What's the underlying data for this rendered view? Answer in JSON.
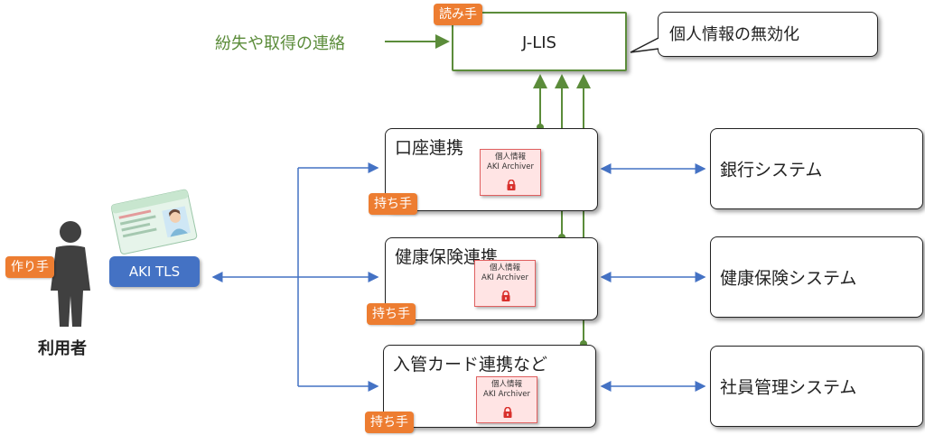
{
  "jlis": {
    "label": "J-LIS",
    "reader_tag": "読み手"
  },
  "callout": {
    "text": "個人情報の無効化"
  },
  "loss_label": "紛失や取得の連絡",
  "user": {
    "label": "利用者",
    "maker_tag": "作り手",
    "tls_label": "AKI TLS"
  },
  "integrations": [
    {
      "title": "口座連携",
      "holder_tag": "持ち手",
      "archiver_line1": "個人情報",
      "archiver_line2": "AKI Archiver"
    },
    {
      "title": "健康保険連携",
      "holder_tag": "持ち手",
      "archiver_line1": "個人情報",
      "archiver_line2": "AKI Archiver"
    },
    {
      "title": "入管カード連携など",
      "holder_tag": "持ち手",
      "archiver_line1": "個人情報",
      "archiver_line2": "AKI Archiver"
    }
  ],
  "systems": [
    {
      "label": "銀行システム"
    },
    {
      "label": "健康保険システム"
    },
    {
      "label": "社員管理システム"
    }
  ],
  "colors": {
    "green": "#5b8c3a",
    "blue": "#4472c4",
    "orange": "#ed7d31",
    "red": "#d9302c"
  },
  "icons": {
    "person": "person-silhouette-icon",
    "card": "id-card-icon",
    "lock": "lock-icon"
  }
}
